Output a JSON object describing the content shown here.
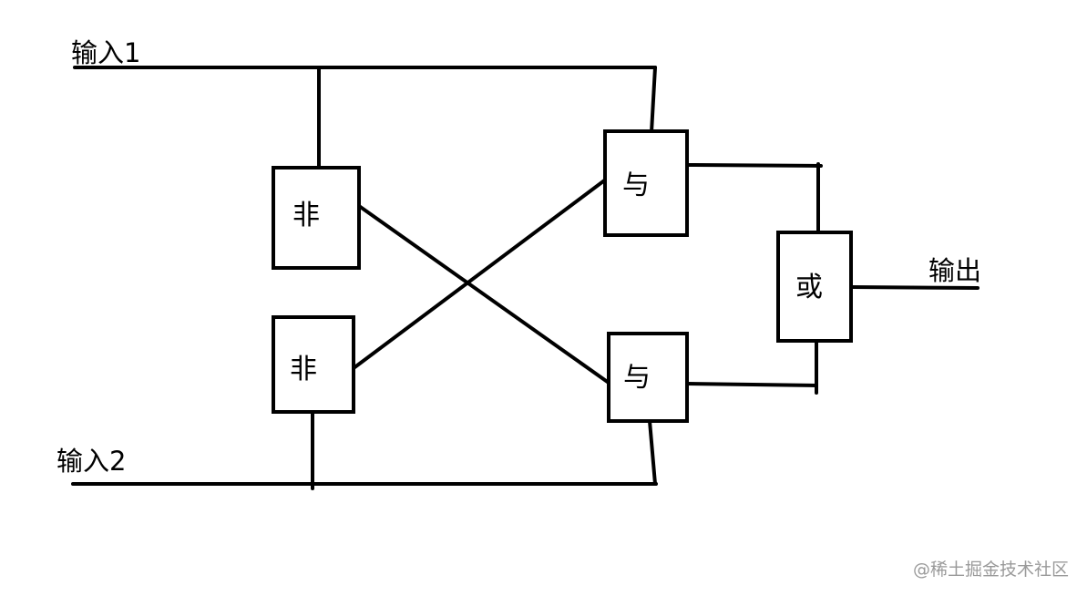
{
  "diagram": {
    "inputs": {
      "input1_label": "输入1",
      "input2_label": "输入2"
    },
    "output_label": "输出",
    "gates": {
      "not_top": "非",
      "not_bottom": "非",
      "and_top": "与",
      "and_bottom": "与",
      "or_gate": "或"
    },
    "line_color": "#000000",
    "background_color": "#ffffff"
  },
  "watermark": {
    "text": "@稀土掘金技术社区",
    "color": "#9a9a9a"
  }
}
